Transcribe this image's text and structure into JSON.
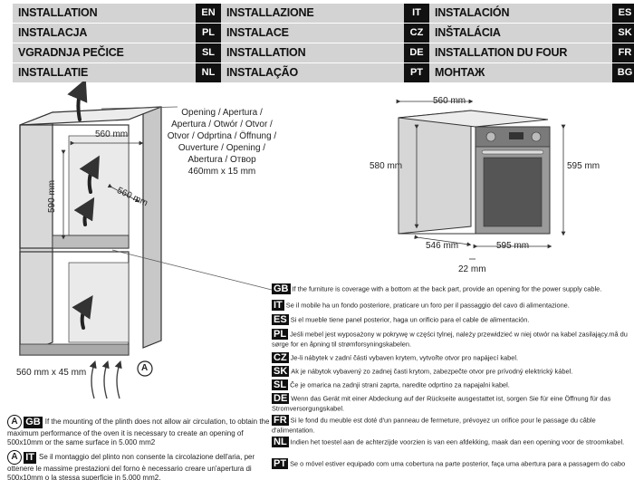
{
  "header": {
    "rows": [
      [
        {
          "title": "INSTALLATION",
          "code": "EN"
        },
        {
          "title": "INSTALLAZIONE",
          "code": "IT"
        },
        {
          "title": "INSTALACIÓN",
          "code": "ES"
        }
      ],
      [
        {
          "title": "INSTALACJA",
          "code": "PL"
        },
        {
          "title": "INSTALACE",
          "code": "CZ"
        },
        {
          "title": "INŠTALÁCIA",
          "code": "SK"
        }
      ],
      [
        {
          "title": "VGRADNJA PEČICE",
          "code": "SL"
        },
        {
          "title": "INSTALLATION",
          "code": "DE"
        },
        {
          "title": "INSTALLATION DU FOUR",
          "code": "FR"
        }
      ],
      [
        {
          "title": "INSTALLATIE",
          "code": "NL"
        },
        {
          "title": "INSTALAÇÃO",
          "code": "PT"
        },
        {
          "title": "МОНТАЖ",
          "code": "BG"
        }
      ]
    ]
  },
  "diagram": {
    "opening_text": "Opening / Apertura / Apertura / Otwór / Otvor / Otvor / Odprtina / Öffnung / Ouverture / Opening / Abertura / Отвор",
    "opening_size": "460mm x 15 mm",
    "cabinet_width": "560 mm",
    "cabinet_depth": "560 mm",
    "cabinet_height": "590 mm",
    "plinth_opening": "560 mm x 45 mm",
    "marker_a": "A",
    "oven_width": "560 mm",
    "oven_height_inner": "580 mm",
    "oven_height": "595 mm",
    "oven_depth": "546 mm",
    "oven_front_width": "595 mm",
    "oven_door": "22 mm"
  },
  "languages": [
    {
      "code": "GB",
      "text": "If the furniture is coverage with a bottom at the back part, provide an opening for the power supply cable."
    },
    {
      "code": "IT",
      "text": "Se il mobile ha un fondo posteriore, praticare un foro per il passaggio del cavo di alimentazione."
    },
    {
      "code": "ES",
      "text": "Si el mueble tiene panel posterior, haga un orificio para el cable de alimentación."
    },
    {
      "code": "PL",
      "text": "Jeśli mebel jest wyposażony w pokrywę w części tylnej, należy przewidzieć w niej otwór na kabel zasilający.må du sørge for en åpning til strømforsyningskabelen."
    },
    {
      "code": "CZ",
      "text": "Je-li nábytek v zadní části vybaven krytem, vytvořte otvor pro napájecí kabel."
    },
    {
      "code": "SK",
      "text": "Ak je nábytok vybavený zo zadnej časti krytom, zabezpečte otvor pre prívodný elektrický kábel."
    },
    {
      "code": "SL",
      "text": "Če je omarica na zadnji strani zaprta, naredite odprtino za napajalni kabel."
    },
    {
      "code": "DE",
      "text": "Wenn das Gerät mit einer Abdeckung auf der Rückseite ausgestattet ist, sorgen Sie für eine Öffnung für das Stromversorgungskabel."
    },
    {
      "code": "FR",
      "text": "Si le fond du meuble est doté d'un panneau de fermeture, prévoyez un orifice pour le passage du câble d'alimentation."
    },
    {
      "code": "NL",
      "text": "Indien het toestel aan de achterzijde voorzien is van een afdekking, maak dan een opening voor de stroomkabel."
    },
    {
      "code": "PT",
      "text": "Se o móvel estiver equipado com uma cobertura na parte posterior, faça uma abertura para a passagem do cabo de alimentação."
    }
  ],
  "notes": [
    {
      "marker": "A",
      "code": "GB",
      "text": "If the mounting of the plinth does not allow air circulation, to obtain the maximum performance of the oven it is necessary to create an opening of 500x10mm or the same surface in 5.000 mm2"
    },
    {
      "marker": "A",
      "code": "IT",
      "text": "Se il montaggio del plinto non consente la circolazione dell'aria, per ottenere le massime prestazioni del forno è necessario creare un'apertura di 500x10mm o la stessa superficie in 5.000 mm2."
    }
  ]
}
